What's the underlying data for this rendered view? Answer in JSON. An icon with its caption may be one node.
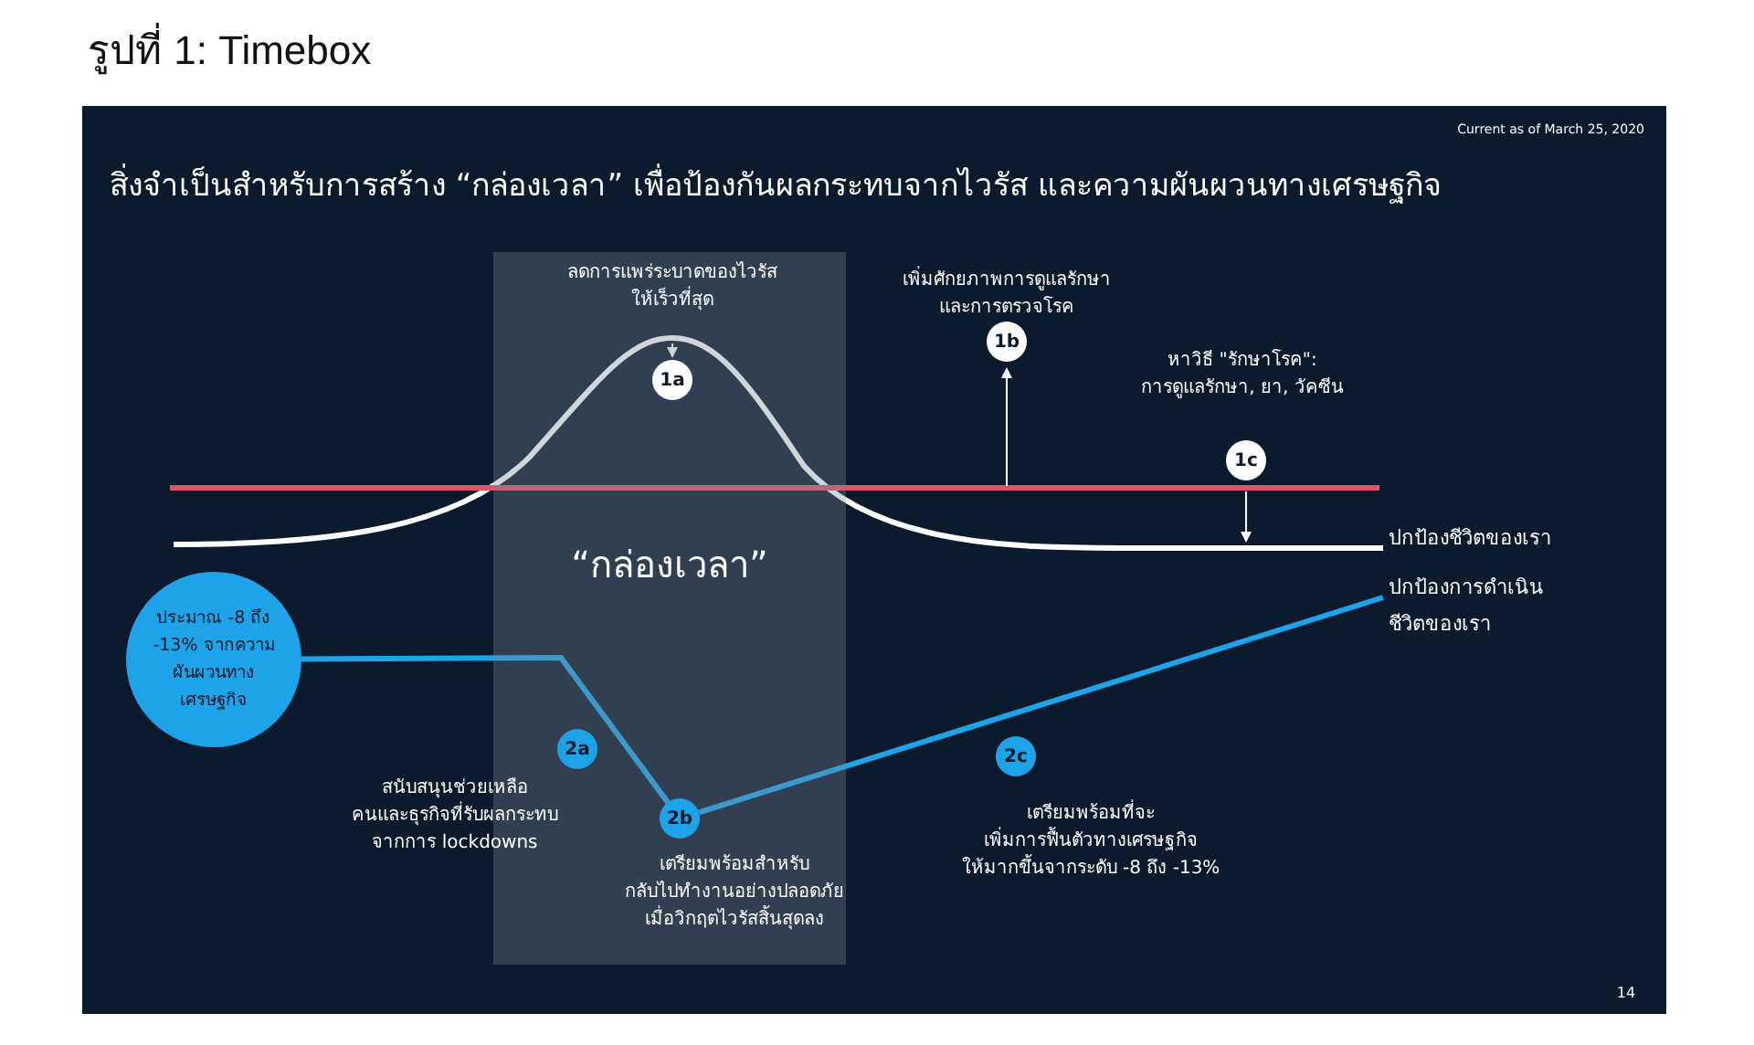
{
  "diagram": {
    "title": "รูปที่ 1: Timebox",
    "nodes": [
      {
        "text": [
          "“กล่องเวลา”"
        ]
      },
      {
        "text": [
          "1a"
        ],
        "in": 0,
        "beside": [
          "ลดการแพร่ระบาดของไวรัส ให้เร็วที่สุด"
        ]
      },
      {
        "text": [
          "1b"
        ],
        "beside": [
          "เพิ่มศักยภาพการดูแลรักษา และการตรวจโรค"
        ]
      },
      {
        "text": [
          "1c"
        ],
        "beside": [
          "หาวิธี \"รักษาโรค\": การดูแลรักษา, ยา, วัคซีน"
        ]
      },
      {
        "text": [
          "ประมาณ -8 ถึง -13% จากความผันผวนทางเศรษฐกิจ"
        ]
      },
      {
        "text": [
          "2a"
        ],
        "in": 0,
        "beside": [
          "สนับสนุนช่วยเหลือ คนและธุรกิจที่รับผลกระทบ จากการ lockdowns"
        ]
      },
      {
        "text": [
          "2b"
        ],
        "in": 0,
        "beside": [
          "เตรียมพร้อมสำหรับ กลับไปทำงานอย่างปลอดภัย เมื่อวิกฤตไวรัสสิ้นสุดลง"
        ]
      },
      {
        "text": [
          "2c"
        ],
        "beside": [
          "เตรียมพร้อมที่จะ เพิ่มการฟื้นตัวทางเศรษฐกิจ ให้มากขึ้นจากระดับ -8 ถึง -13%"
        ]
      },
      {
        "text": [
          "ปกป้องชีวิตของเรา"
        ]
      },
      {
        "text": [
          "ปกป้องการดำเนินชีวิตของเรา"
        ]
      }
    ],
    "edges": [
      {
        "from": null,
        "to": 8,
        "arrow": "none",
        "color": "#ffffff"
      },
      {
        "from": 4,
        "to": 6,
        "arrow": "none"
      },
      {
        "from": 6,
        "to": 9,
        "arrow": "none"
      }
    ],
    "labels": [
      "Current as of March 25, 2020",
      "สิ่งจำเป็นสำหรับการสร้าง “กล่องเวลา” เพื่อป้องกันผลกระทบจากไวรัส และความผันผวนทางเศรษฐกิจ",
      "14"
    ]
  }
}
